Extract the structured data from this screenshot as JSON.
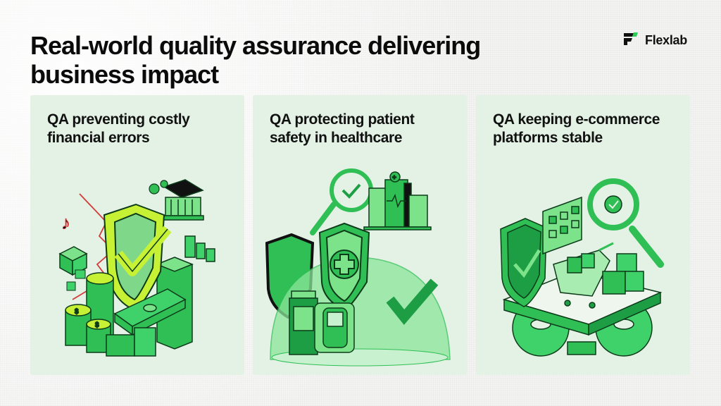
{
  "header": {
    "title": "Real-world quality assurance delivering business impact"
  },
  "brand": {
    "name": "Flexlab",
    "icon": "flexlab-logo-icon",
    "accent_color": "#2ecc55"
  },
  "colors": {
    "card_background": "#e3f2e4",
    "primary_green": "#22b24c",
    "light_green": "#7de38b",
    "lime": "#c6f135",
    "dark": "#111111"
  },
  "cards": [
    {
      "title": "QA preventing costly financial errors",
      "illustration": "finance-shield-coins-illustration",
      "icons": [
        "shield-check-icon",
        "bank-icon",
        "gears-icon",
        "coin-stack-icon",
        "banknotes-icon",
        "bar-chart-icon",
        "lightning-error-icon",
        "social-app-icon"
      ]
    },
    {
      "title": "QA protecting patient safety in healthcare",
      "illustration": "healthcare-dome-illustration",
      "icons": [
        "magnifier-check-icon",
        "hospital-icon",
        "medical-shield-icon",
        "shield-icon",
        "pill-bottle-icon",
        "glucose-meter-icon",
        "checkmark-icon"
      ]
    },
    {
      "title": "QA keeping e-commerce platforms stable",
      "illustration": "ecommerce-platform-illustration",
      "icons": [
        "shield-check-icon",
        "browser-grid-icon",
        "shopping-cart-icon",
        "boxes-icon",
        "magnifier-gear-icon",
        "gear-platform-icon"
      ]
    }
  ]
}
